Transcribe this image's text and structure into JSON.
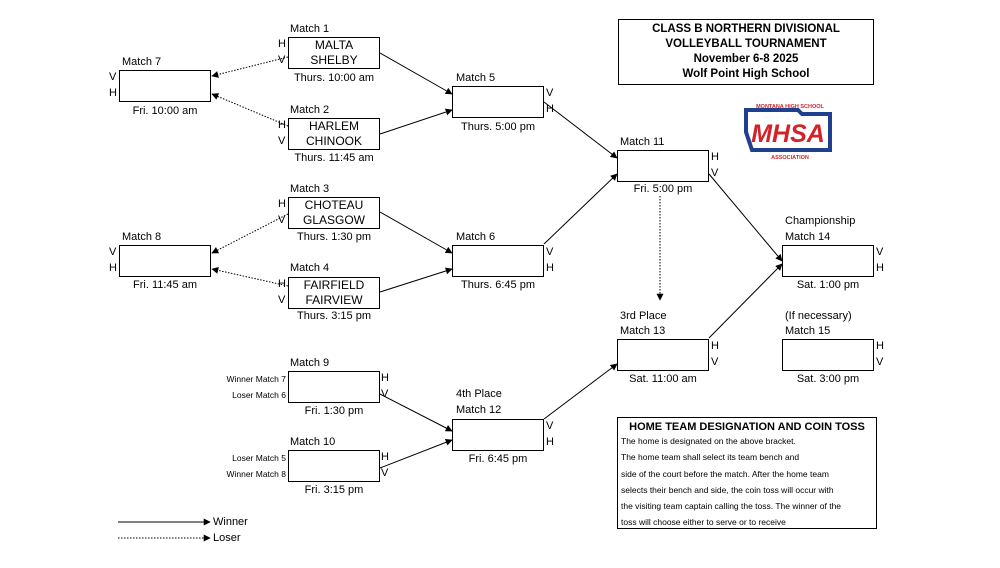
{
  "title": {
    "lines": [
      "CLASS B NORTHERN DIVISIONAL",
      "VOLLEYBALL TOURNAMENT",
      "November 6-8 2025",
      "Wolf Point High School"
    ]
  },
  "logo": {
    "text": "MHSA",
    "top_arc": "MONTANA HIGH SCHOOL",
    "bottom_arc": "ASSOCIATION",
    "colors": {
      "red": "#d2232a",
      "blue": "#1f3f8f"
    }
  },
  "matches": {
    "m1": {
      "label": "Match 1",
      "top": "MALTA",
      "bottom": "SHELBY",
      "top_side": "H",
      "bottom_side": "V",
      "time": "Thurs. 10:00 am"
    },
    "m2": {
      "label": "Match 2",
      "top": "HARLEM",
      "bottom": "CHINOOK",
      "top_side": "H",
      "bottom_side": "V",
      "time": "Thurs. 11:45 am"
    },
    "m3": {
      "label": "Match 3",
      "top": "CHOTEAU",
      "bottom": "GLASGOW",
      "top_side": "H",
      "bottom_side": "V",
      "time": "Thurs. 1:30 pm"
    },
    "m4": {
      "label": "Match 4",
      "top": "FAIRFIELD",
      "bottom": "FAIRVIEW",
      "top_side": "H",
      "bottom_side": "V",
      "time": "Thurs. 3:15 pm"
    },
    "m5": {
      "label": "Match 5",
      "top_side": "V",
      "bottom_side": "H",
      "time": "Thurs. 5:00 pm"
    },
    "m6": {
      "label": "Match 6",
      "top_side": "V",
      "bottom_side": "H",
      "time": "Thurs. 6:45 pm"
    },
    "m7": {
      "label": "Match 7",
      "top_side": "V",
      "bottom_side": "H",
      "time": "Fri. 10:00 am"
    },
    "m8": {
      "label": "Match 8",
      "top_side": "V",
      "bottom_side": "H",
      "time": "Fri. 11:45 am"
    },
    "m9": {
      "label": "Match 9",
      "top_src": "Winner Match 7",
      "bottom_src": "Loser Match 6",
      "top_side": "H",
      "bottom_side": "V",
      "time": "Fri. 1:30 pm"
    },
    "m10": {
      "label": "Match 10",
      "top_src": "Loser Match 5",
      "bottom_src": "Winner Match 8",
      "top_side": "H",
      "bottom_side": "V",
      "time": "Fri. 3:15 pm"
    },
    "m11": {
      "label": "Match 11",
      "top_side": "H",
      "bottom_side": "V",
      "time": "Fri. 5:00 pm"
    },
    "m12": {
      "label": "Match 12",
      "heading": "4th Place",
      "top_side": "V",
      "bottom_side": "H",
      "time": "Fri. 6:45 pm"
    },
    "m13": {
      "label": "Match 13",
      "heading": "3rd Place",
      "top_side": "H",
      "bottom_side": "V",
      "time": "Sat. 11:00 am"
    },
    "m14": {
      "label": "Match 14",
      "heading": "Championship",
      "top_side": "V",
      "bottom_side": "H",
      "time": "Sat. 1:00 pm"
    },
    "m15": {
      "label": "Match 15",
      "heading": "(If necessary)",
      "top_side": "H",
      "bottom_side": "V",
      "time": "Sat. 3:00 pm"
    }
  },
  "home_team": {
    "title": "HOME TEAM DESIGNATION AND COIN TOSS",
    "lines": [
      "The home is designated on the above bracket.",
      "The home team shall select its team bench and",
      "side of the court before the match.  After the home team",
      "selects their bench and side, the coin toss will occur with",
      "the visiting team captain calling the toss.  The winner of the",
      "toss will choose either to serve or to receive"
    ]
  },
  "legend": {
    "winner": "Winner",
    "loser": "Loser"
  }
}
